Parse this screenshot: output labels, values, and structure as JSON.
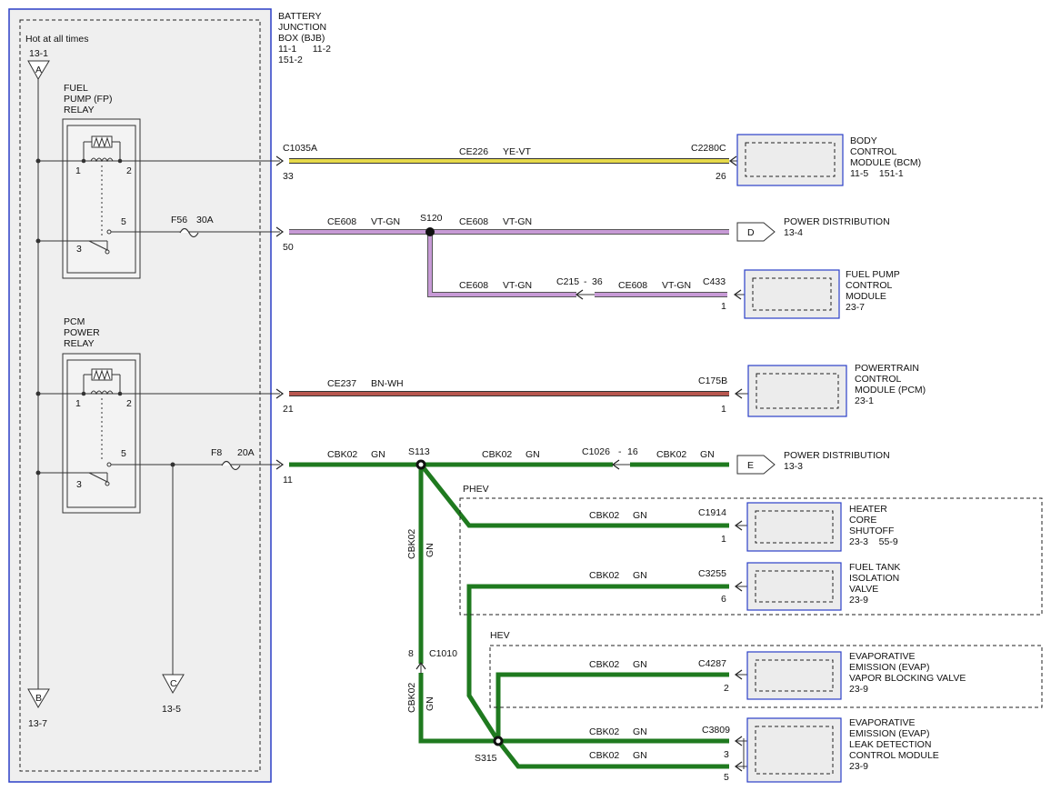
{
  "bjb": {
    "label_lines": [
      "BATTERY",
      "JUNCTION",
      "BOX (BJB)",
      "11-1      11-2",
      "151-2"
    ],
    "hot_label": "Hot at all times",
    "hot_ref": "13-1",
    "arrow_a": "A",
    "arrow_b": "B",
    "arrow_b_ref": "13-7",
    "arrow_c": "C",
    "arrow_c_ref": "13-5"
  },
  "fp_relay": {
    "label_lines": [
      "FUEL",
      "PUMP (FP)",
      "RELAY"
    ],
    "pin1": "1",
    "pin2": "2",
    "pin3": "3",
    "pin5": "5"
  },
  "pcm_relay": {
    "label_lines": [
      "PCM",
      "POWER",
      "RELAY"
    ],
    "pin1": "1",
    "pin2": "2",
    "pin3": "3",
    "pin5": "5"
  },
  "fuses": {
    "f56": "F56",
    "f56_amps": "30A",
    "f8": "F8",
    "f8_amps": "20A"
  },
  "connectors": {
    "c1035a": "C1035A",
    "pin33": "33",
    "pin50": "50",
    "pin21": "21",
    "pin11": "11",
    "c2280c": "C2280C",
    "c2280c_pin": "26",
    "c433": "C433",
    "c433_pin": "1",
    "c215": "C215",
    "c215_pin": "36",
    "c175b": "C175B",
    "c175b_pin": "1",
    "c1026": "C1026",
    "c1026_pin": "16",
    "c1914": "C1914",
    "c1914_pin": "1",
    "c3255": "C3255",
    "c3255_pin": "6",
    "c4287": "C4287",
    "c4287_pin": "2",
    "c3809": "C3809",
    "c3809_pin3": "3",
    "c3809_pin5": "5",
    "c1010": "C1010",
    "c1010_pin": "8",
    "dash": "-"
  },
  "splices": {
    "s120": "S120",
    "s113": "S113",
    "s315": "S315"
  },
  "circuits": {
    "ce226": "CE226",
    "ce226_color": "YE-VT",
    "ce608": "CE608",
    "ce608_color": "VT-GN",
    "ce237": "CE237",
    "ce237_color": "BN-WH",
    "cbk02": "CBK02",
    "cbk02_color": "GN"
  },
  "options": {
    "phev": "PHEV",
    "hev": "HEV"
  },
  "modules": {
    "bcm": [
      "BODY",
      "CONTROL",
      "MODULE (BCM)",
      "11-5    151-1"
    ],
    "fpcm": [
      "FUEL PUMP",
      "CONTROL",
      "MODULE",
      "23-7"
    ],
    "pcm": [
      "POWERTRAIN",
      "CONTROL",
      "MODULE (PCM)",
      "23-1"
    ],
    "heater": [
      "HEATER",
      "CORE",
      "SHUTOFF",
      "23-3    55-9"
    ],
    "ftiv": [
      "FUEL TANK",
      "ISOLATION",
      "VALVE",
      "23-9"
    ],
    "evap_vbv": [
      "EVAPORATIVE",
      "EMISSION (EVAP)",
      "VAPOR BLOCKING VALVE",
      "23-9"
    ],
    "evap_ldcm": [
      "EVAPORATIVE",
      "EMISSION (EVAP)",
      "LEAK DETECTION",
      "CONTROL MODULE",
      "23-9"
    ]
  },
  "power_dist": {
    "d_letter": "D",
    "d_label": "POWER DISTRIBUTION",
    "d_ref": "13-4",
    "e_letter": "E",
    "e_label": "POWER DISTRIBUTION",
    "e_ref": "13-3"
  },
  "colors": {
    "ye_vt": "#e6d94a",
    "vt_gn": "#c79ad6",
    "bn_wh": "#b8574f",
    "gn": "#1f7a1f",
    "box_outline": "#2b3fc7"
  }
}
